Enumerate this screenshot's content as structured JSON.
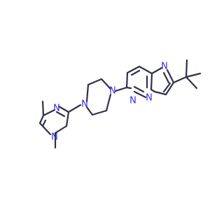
{
  "colors": {
    "bond": "#2f3147",
    "nitrogen": "#2f2fe6",
    "background": "#ffffff"
  },
  "structure": {
    "atoms": {
      "pyrimidine_n_top": "N",
      "pyrimidine_n_bottom": "N",
      "piperazine_n_left": "N",
      "piperazine_n_right": "N",
      "fused_n_top": "N",
      "fused_n_lower_left": "N",
      "fused_n_lower_right": "N"
    }
  }
}
